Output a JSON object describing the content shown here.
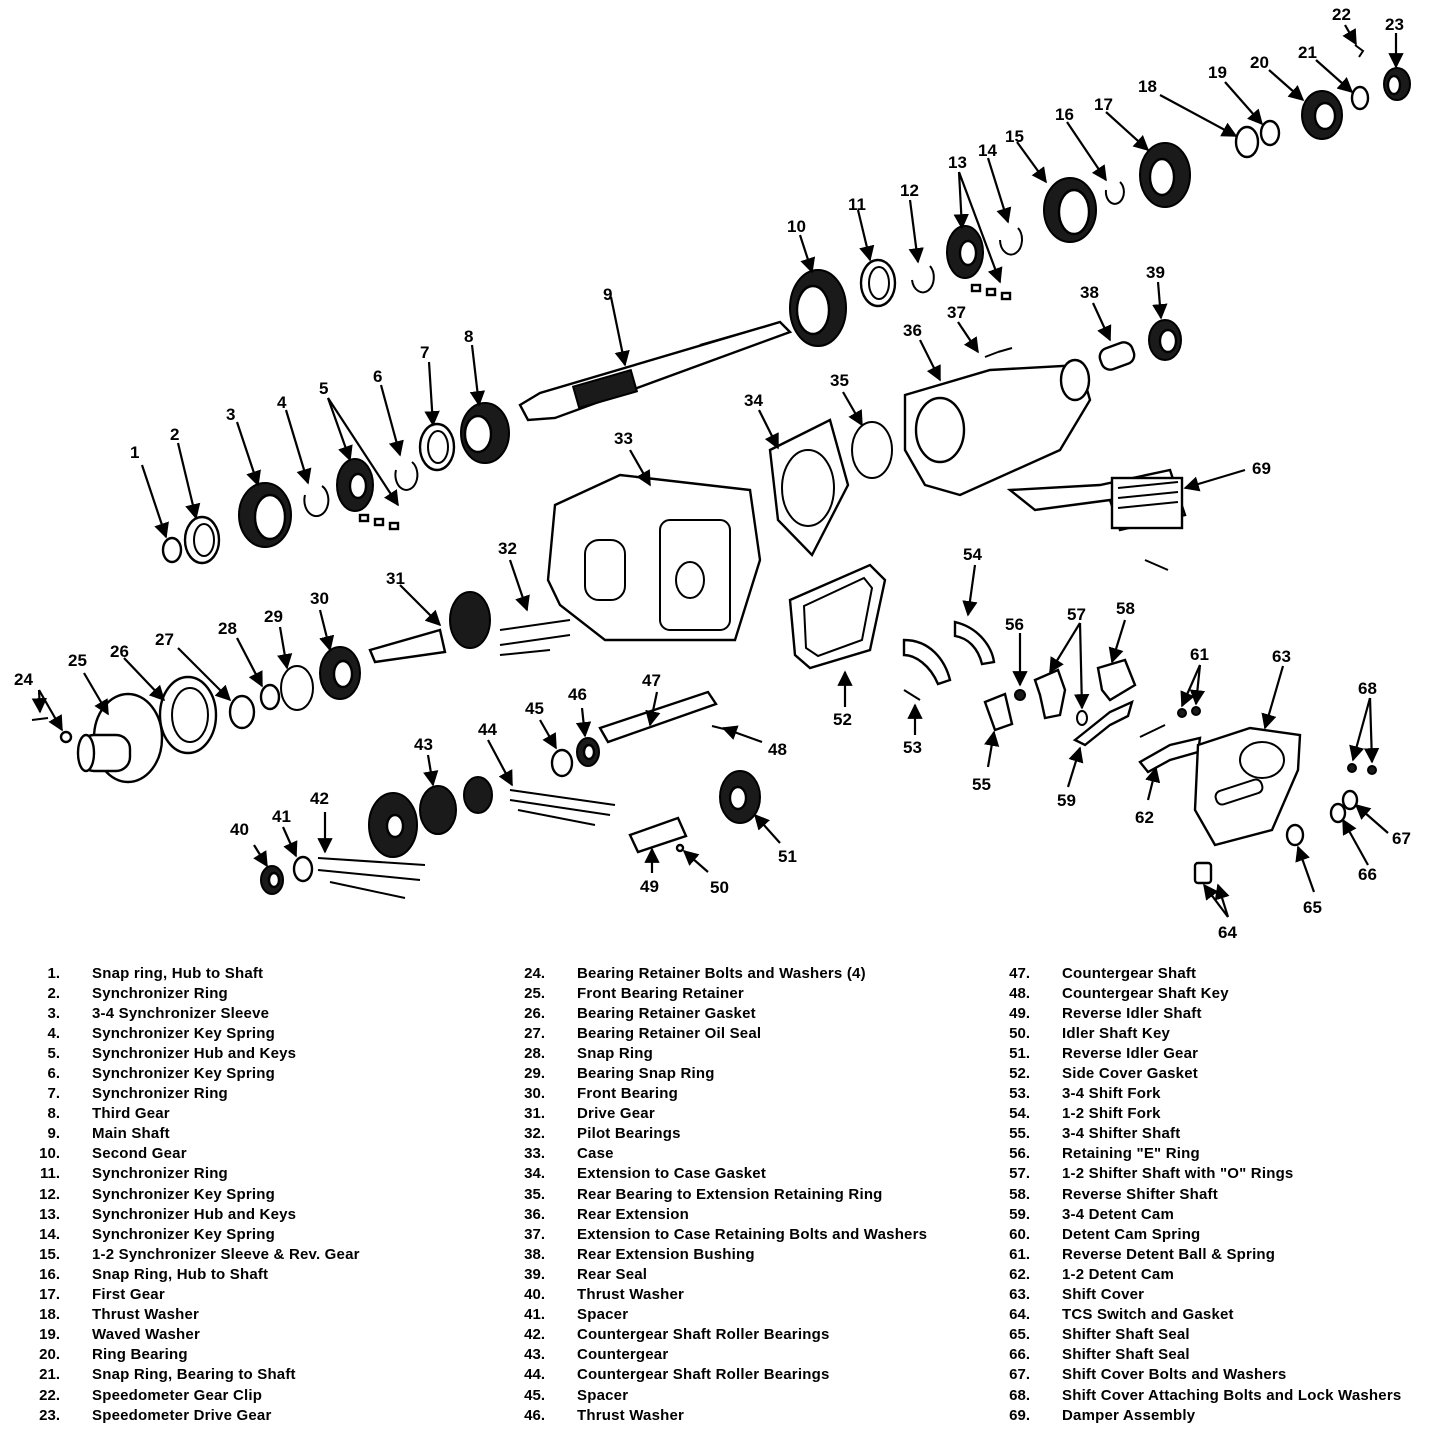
{
  "legend": {
    "col1": [
      {
        "num": "1.",
        "label": "Snap ring, Hub to Shaft"
      },
      {
        "num": "2.",
        "label": "Synchronizer Ring"
      },
      {
        "num": "3.",
        "label": "3-4 Synchronizer Sleeve"
      },
      {
        "num": "4.",
        "label": "Synchronizer Key Spring"
      },
      {
        "num": "5.",
        "label": "Synchronizer Hub and Keys"
      },
      {
        "num": "6.",
        "label": "Synchronizer Key Spring"
      },
      {
        "num": "7.",
        "label": "Synchronizer Ring"
      },
      {
        "num": "8.",
        "label": "Third Gear"
      },
      {
        "num": "9.",
        "label": "Main Shaft"
      },
      {
        "num": "10.",
        "label": "Second Gear"
      },
      {
        "num": "11.",
        "label": "Synchronizer Ring"
      },
      {
        "num": "12.",
        "label": "Synchronizer Key Spring"
      },
      {
        "num": "13.",
        "label": "Synchronizer Hub and Keys"
      },
      {
        "num": "14.",
        "label": "Synchronizer Key Spring"
      },
      {
        "num": "15.",
        "label": "1-2 Synchronizer Sleeve & Rev. Gear"
      },
      {
        "num": "16.",
        "label": "Snap Ring, Hub to Shaft"
      },
      {
        "num": "17.",
        "label": "First Gear"
      },
      {
        "num": "18.",
        "label": "Thrust Washer"
      },
      {
        "num": "19.",
        "label": "Waved Washer"
      },
      {
        "num": "20.",
        "label": "Ring Bearing"
      },
      {
        "num": "21.",
        "label": "Snap Ring, Bearing to Shaft"
      },
      {
        "num": "22.",
        "label": "Speedometer Gear Clip"
      },
      {
        "num": "23.",
        "label": "Speedometer Drive Gear"
      }
    ],
    "col2": [
      {
        "num": "24.",
        "label": "Bearing Retainer Bolts and Washers (4)"
      },
      {
        "num": "25.",
        "label": "Front Bearing Retainer"
      },
      {
        "num": "26.",
        "label": "Bearing Retainer Gasket"
      },
      {
        "num": "27.",
        "label": "Bearing Retainer Oil Seal"
      },
      {
        "num": "28.",
        "label": "Snap Ring"
      },
      {
        "num": "29.",
        "label": "Bearing Snap Ring"
      },
      {
        "num": "30.",
        "label": "Front Bearing"
      },
      {
        "num": "31.",
        "label": "Drive Gear"
      },
      {
        "num": "32.",
        "label": "Pilot Bearings"
      },
      {
        "num": "33.",
        "label": "Case"
      },
      {
        "num": "34.",
        "label": "Extension to Case Gasket"
      },
      {
        "num": "35.",
        "label": "Rear Bearing to Extension Retaining Ring"
      },
      {
        "num": "36.",
        "label": "Rear Extension"
      },
      {
        "num": "37.",
        "label": "Extension to Case Retaining Bolts and Washers"
      },
      {
        "num": "38.",
        "label": "Rear Extension Bushing"
      },
      {
        "num": "39.",
        "label": "Rear Seal"
      },
      {
        "num": "40.",
        "label": "Thrust Washer"
      },
      {
        "num": "41.",
        "label": "Spacer"
      },
      {
        "num": "42.",
        "label": "Countergear Shaft Roller Bearings"
      },
      {
        "num": "43.",
        "label": "Countergear"
      },
      {
        "num": "44.",
        "label": "Countergear Shaft Roller Bearings"
      },
      {
        "num": "45.",
        "label": "Spacer"
      },
      {
        "num": "46.",
        "label": "Thrust Washer"
      }
    ],
    "col3": [
      {
        "num": "47.",
        "label": "Countergear Shaft"
      },
      {
        "num": "48.",
        "label": "Countergear Shaft Key"
      },
      {
        "num": "49.",
        "label": "Reverse Idler Shaft"
      },
      {
        "num": "50.",
        "label": "Idler Shaft Key"
      },
      {
        "num": "51.",
        "label": "Reverse Idler Gear"
      },
      {
        "num": "52.",
        "label": "Side Cover Gasket"
      },
      {
        "num": "53.",
        "label": "3-4 Shift Fork"
      },
      {
        "num": "54.",
        "label": "1-2 Shift Fork"
      },
      {
        "num": "55.",
        "label": "3-4 Shifter Shaft"
      },
      {
        "num": "56.",
        "label": "Retaining \"E\" Ring"
      },
      {
        "num": "57.",
        "label": "1-2 Shifter Shaft with \"O\" Rings"
      },
      {
        "num": "58.",
        "label": "Reverse Shifter Shaft"
      },
      {
        "num": "59.",
        "label": "3-4 Detent Cam"
      },
      {
        "num": "60.",
        "label": "Detent Cam Spring"
      },
      {
        "num": "61.",
        "label": "Reverse Detent Ball & Spring"
      },
      {
        "num": "62.",
        "label": "1-2 Detent Cam"
      },
      {
        "num": "63.",
        "label": "Shift Cover"
      },
      {
        "num": "64.",
        "label": "TCS Switch and Gasket"
      },
      {
        "num": "65.",
        "label": "Shifter Shaft Seal"
      },
      {
        "num": "66.",
        "label": "Shifter Shaft Seal"
      },
      {
        "num": "67.",
        "label": "Shift Cover Bolts and Washers"
      },
      {
        "num": "68.",
        "label": "Shift Cover Attaching Bolts and Lock Washers"
      },
      {
        "num": "69.",
        "label": "Damper Assembly"
      }
    ]
  },
  "callouts": [
    "1",
    "2",
    "3",
    "4",
    "5",
    "6",
    "7",
    "8",
    "9",
    "10",
    "11",
    "12",
    "13",
    "14",
    "15",
    "16",
    "17",
    "18",
    "19",
    "20",
    "21",
    "22",
    "23",
    "24",
    "25",
    "26",
    "27",
    "28",
    "29",
    "30",
    "31",
    "32",
    "33",
    "34",
    "35",
    "36",
    "37",
    "38",
    "39",
    "40",
    "41",
    "42",
    "43",
    "44",
    "45",
    "46",
    "47",
    "48",
    "49",
    "50",
    "51",
    "52",
    "53",
    "54",
    "55",
    "56",
    "57",
    "58",
    "59",
    "61",
    "62",
    "63",
    "64",
    "65",
    "66",
    "67",
    "68",
    "69"
  ]
}
